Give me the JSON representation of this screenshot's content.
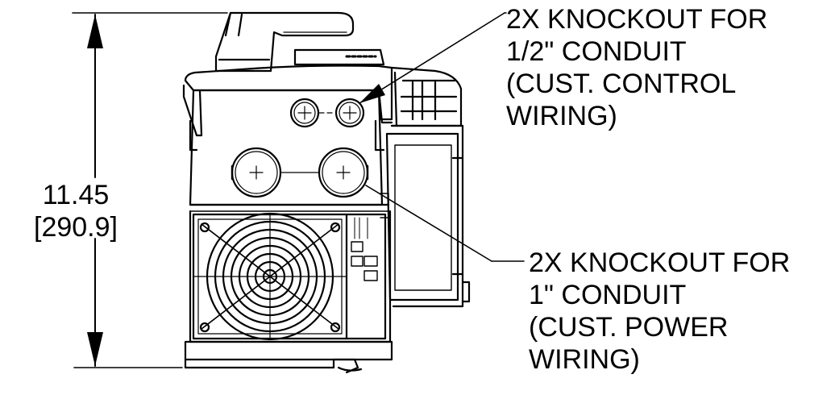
{
  "dimension": {
    "inches": "11.45",
    "millimeters": "[290.9]"
  },
  "callouts": [
    {
      "lines": [
        "2X KNOCKOUT FOR",
        "1/2\" CONDUIT",
        "(CUST. CONTROL",
        "WIRING)"
      ]
    },
    {
      "lines": [
        "2X KNOCKOUT FOR",
        "1\" CONDUIT",
        "(CUST. POWER",
        "WIRING)"
      ]
    }
  ],
  "colors": {
    "line": "#000000",
    "background": "#ffffff"
  }
}
